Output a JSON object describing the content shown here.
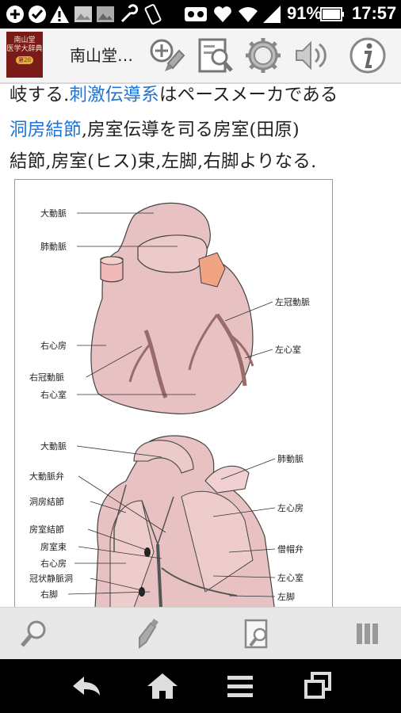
{
  "status_bar": {
    "battery_percent": "91%",
    "time": "17:57",
    "icons": [
      "add-icon",
      "check-icon",
      "warning-icon",
      "image-icon",
      "wrench-icon",
      "phone-icon",
      "voicemail-icon",
      "heart-icon",
      "wifi-icon",
      "signal-icon",
      "battery-icon"
    ]
  },
  "app_bar": {
    "logo_line1": "南山堂",
    "logo_line2": "医学大辞典",
    "logo_badge": "第20版",
    "title": "南山堂…",
    "actions": [
      "zoom-in-icon",
      "search-page-icon",
      "settings-icon",
      "sound-icon",
      "info-icon"
    ]
  },
  "article": {
    "line0_a": "岐する.",
    "line0_link": "刺激伝導系",
    "line0_b": "はペースメーカである",
    "line1_link": "洞房結節",
    "line1_b": ",房室伝導を司る房室(田原)",
    "line2": "結節,房室(ヒス)束,左脚,右脚よりなる."
  },
  "figure": {
    "top_labels": {
      "aorta": "大動脈",
      "pulmonary_artery": "肺動脈",
      "left_coronary": "左冠動脈",
      "right_atrium": "右心房",
      "left_ventricle": "左心室",
      "right_coronary": "右冠動脈",
      "right_ventricle": "右心室"
    },
    "bottom_labels": {
      "aorta": "大動脈",
      "pulmonary_artery": "肺動脈",
      "aortic_valve": "大動脈弁",
      "sa_node": "洞房結節",
      "left_atrium": "左心房",
      "av_node": "房室結節",
      "his_bundle": "房室束",
      "mitral_valve": "僧帽弁",
      "right_atrium": "右心房",
      "left_ventricle": "左心室",
      "coronary_sinus": "冠状静脈洞",
      "right_bundle": "右脚",
      "left_bundle": "左脚"
    }
  },
  "toolbar": {
    "buttons": [
      "search-icon",
      "marker-icon",
      "page-search-icon",
      "columns-icon"
    ]
  },
  "nav_bar": {
    "buttons": [
      "back-icon",
      "home-icon",
      "menu-icon",
      "recent-apps-icon"
    ]
  }
}
